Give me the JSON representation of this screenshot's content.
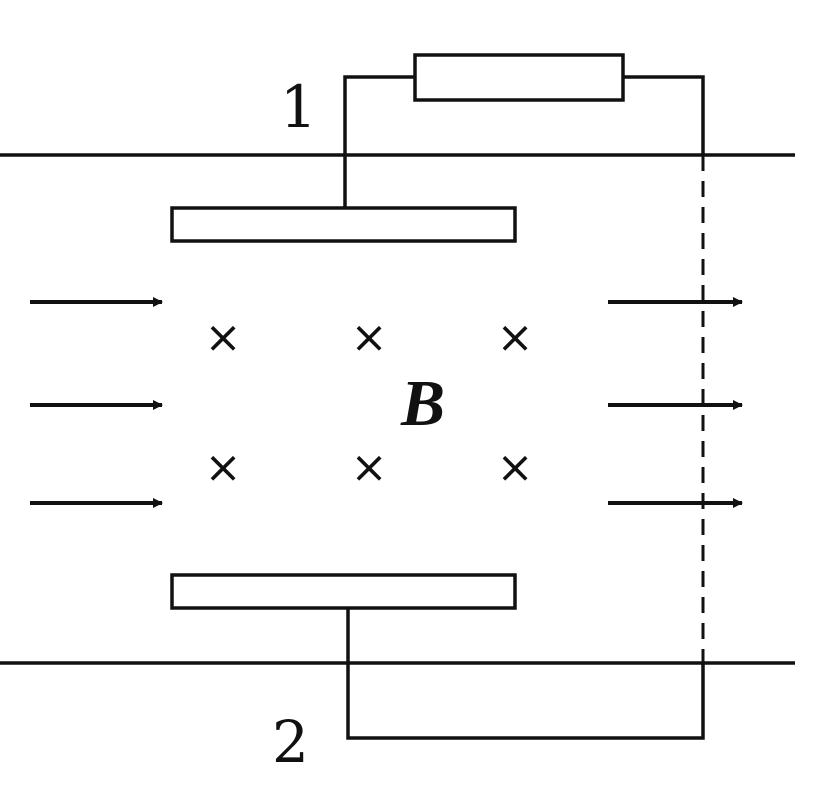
{
  "diagram": {
    "labels": {
      "terminal_top": "1",
      "terminal_bottom": "2",
      "magnetic_field": "B",
      "field_symbol": "×"
    },
    "colors": {
      "stroke": "#111111",
      "background": "#ffffff"
    },
    "components": {
      "resistor": "resistor",
      "top_plate": "metal-plate",
      "bottom_plate": "metal-plate"
    }
  }
}
